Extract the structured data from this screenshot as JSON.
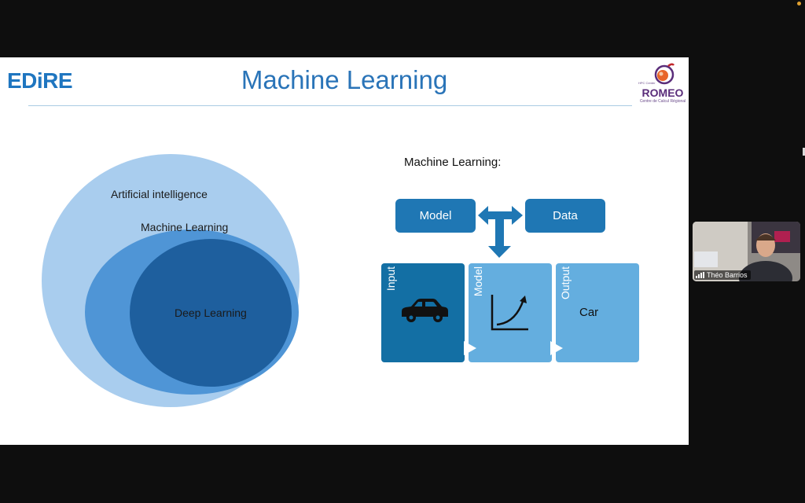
{
  "slide": {
    "logo_left": "EDiRE",
    "title": "Machine Learning",
    "logo_right": {
      "name": "ROMEO",
      "tagline": "HPC Center",
      "subtitle": "Centre de Calcul Régional"
    },
    "venn": {
      "outer_label": "Artificial intelligence",
      "middle_label": "Machine Learning",
      "inner_label": "Deep Learning",
      "colors": {
        "outer": "#a9cdee",
        "middle": "#4f95d6",
        "inner": "#1e5f9e"
      }
    },
    "diagram": {
      "heading": "Machine Learning:",
      "model_box": "Model",
      "data_box": "Data",
      "panels": [
        {
          "label": "Input",
          "icon": "car-icon",
          "color": "#136fa4"
        },
        {
          "label": "Model",
          "icon": "growth-curve-icon",
          "color": "#64aedf"
        },
        {
          "label": "Output",
          "text": "Car",
          "color": "#64aedf"
        }
      ],
      "arrow_color": "#1f77b4"
    }
  },
  "participant": {
    "name": "Théo Barrios"
  }
}
